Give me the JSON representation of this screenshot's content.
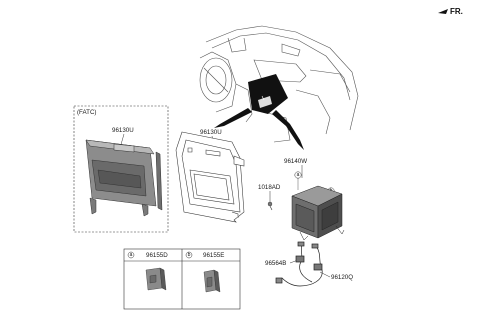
{
  "direction": {
    "label": "FR."
  },
  "callouts": {
    "fatc_group": "(FATC)",
    "part_fatc_panel": "96130U",
    "part_center_panel": "96130U",
    "part_head_unit": "96140W",
    "part_screw": "1018AD",
    "part_connector": "96564B",
    "part_harness": "96120Q"
  },
  "markers": {
    "a": "a",
    "b": "b"
  },
  "legend_table": {
    "cells": [
      {
        "marker": "a",
        "part": "96155D"
      },
      {
        "marker": "b",
        "part": "96155E"
      }
    ]
  }
}
